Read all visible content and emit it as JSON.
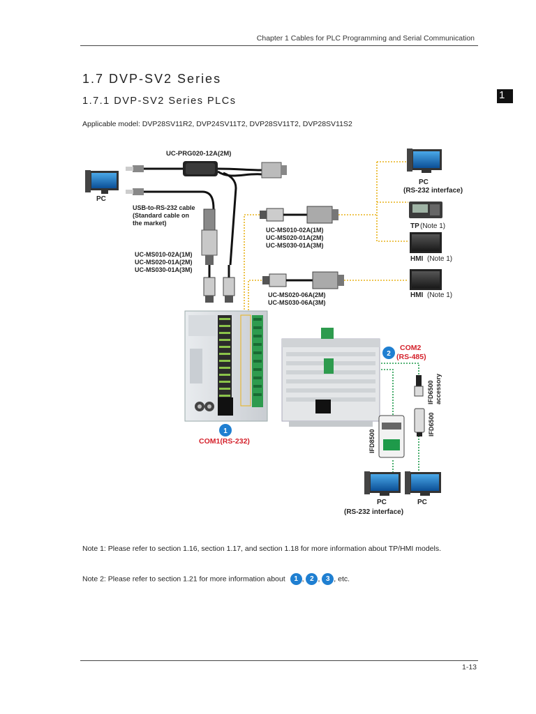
{
  "header": {
    "chapter_title": "Chapter 1 Cables for PLC Programming and Serial Communication"
  },
  "chapter_tab": "1",
  "section": {
    "title": "1.7  DVP-SV2 Series",
    "subtitle": "1.7.1  DVP-SV2 Series PLCs",
    "applicable": "Applicable model: DVP28SV11R2, DVP24SV11T2, DVP28SV11T2, DVP28SV11S2"
  },
  "diagram": {
    "cable_top": "UC-PRG020-12A(2M)",
    "pc_left": "PC",
    "usb_cable_l1": "USB-to-RS-232 cable",
    "usb_cable_l2": "(Standard cable on",
    "usb_cable_l3": "the market)",
    "ms_left_l1": "UC-MS010-02A(1M)",
    "ms_left_l2": "UC-MS020-01A(2M)",
    "ms_left_l3": "UC-MS030-01A(3M)",
    "ms_right_l1": "UC-MS010-02A(1M)",
    "ms_right_l2": "UC-MS020-01A(2M)",
    "ms_right_l3": "UC-MS030-01A(3M)",
    "ms06_l1": "UC-MS020-06A(2M)",
    "ms06_l2": "UC-MS030-06A(3M)",
    "pc_right_l1": "PC",
    "pc_right_l2": "(RS-232 interface)",
    "tp_label": "TP",
    "tp_note": "(Note 1)",
    "hmi1_label": "HMI",
    "hmi1_note": "(Note 1)",
    "hmi2_label": "HMI",
    "hmi2_note": "(Note 1)",
    "com1_badge": "1",
    "com1_label": "COM1(RS-232)",
    "com2_badge": "2",
    "com2_l1": "COM2",
    "com2_l2": "(RS-485)",
    "ifd8500": "IFD8500",
    "ifd6500": "IFD6500",
    "ifd6500_acc_l1": "IFD6500",
    "ifd6500_acc_l2": "accessory",
    "pc_bottom_a": "PC",
    "pc_bottom_b": "PC",
    "pc_bottom_iface": "(RS-232 interface)",
    "colors": {
      "accent_red": "#d4202a",
      "badge_blue": "#1f7fd1",
      "dotted_yellow": "#e8b21a",
      "dotted_green": "#1e9a4a"
    }
  },
  "notes": {
    "note1": "Note 1: Please refer to section 1.16, section 1.17, and section 1.18 for more information about TP/HMI models.",
    "note2_prefix": "Note 2: Please refer to section 1.21 for more information about",
    "note2_badges": [
      "1",
      "2",
      "3"
    ],
    "note2_sep": ",",
    "note2_suffix": ", etc."
  },
  "footer": {
    "page_number": "1-13"
  }
}
